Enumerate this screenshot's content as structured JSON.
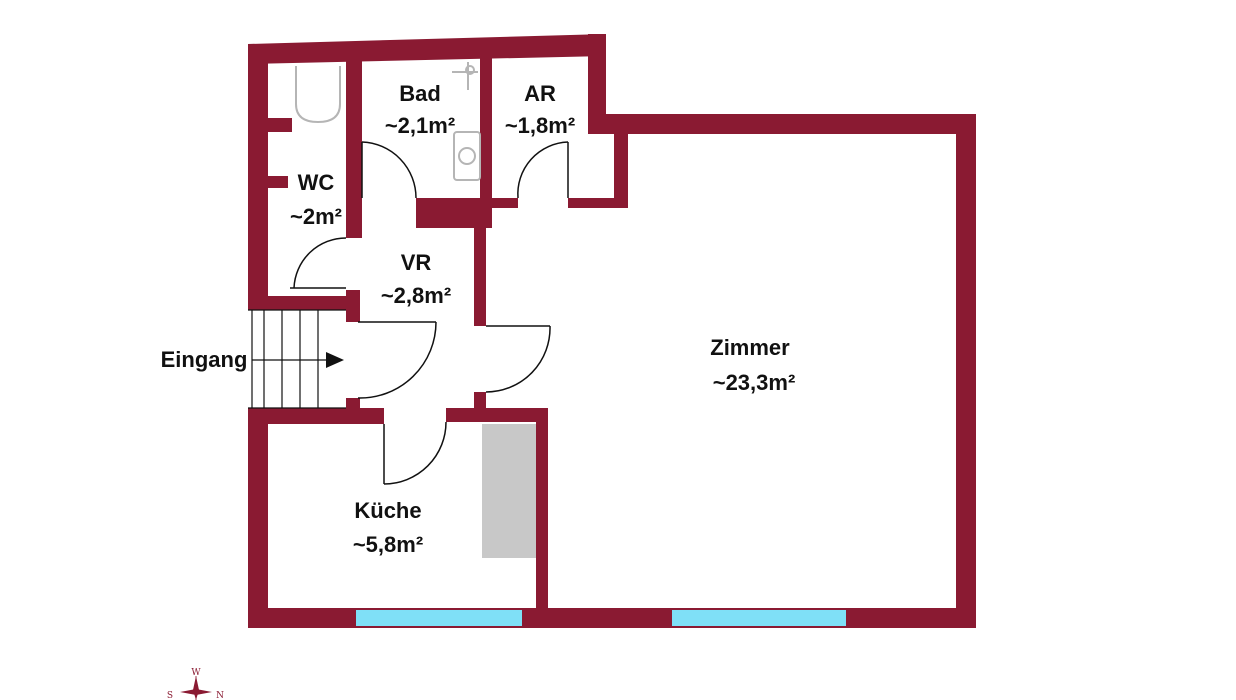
{
  "rooms": {
    "bad": {
      "name": "Bad",
      "area": "~2,1m²"
    },
    "ar": {
      "name": "AR",
      "area": "~1,8m²"
    },
    "wc": {
      "name": "WC",
      "area": "~2m²"
    },
    "vr": {
      "name": "VR",
      "area": "~2,8m²"
    },
    "zimmer": {
      "name": "Zimmer",
      "area": "~23,3m²"
    },
    "kueche": {
      "name": "Küche",
      "area": "~5,8m²"
    }
  },
  "entrance": {
    "label": "Eingang"
  },
  "compass": {
    "n": "N",
    "s": "S",
    "w": "W"
  },
  "colors": {
    "wall": "#8a1a32",
    "window": "#7fe0f7",
    "counter": "#c8c8c8"
  }
}
